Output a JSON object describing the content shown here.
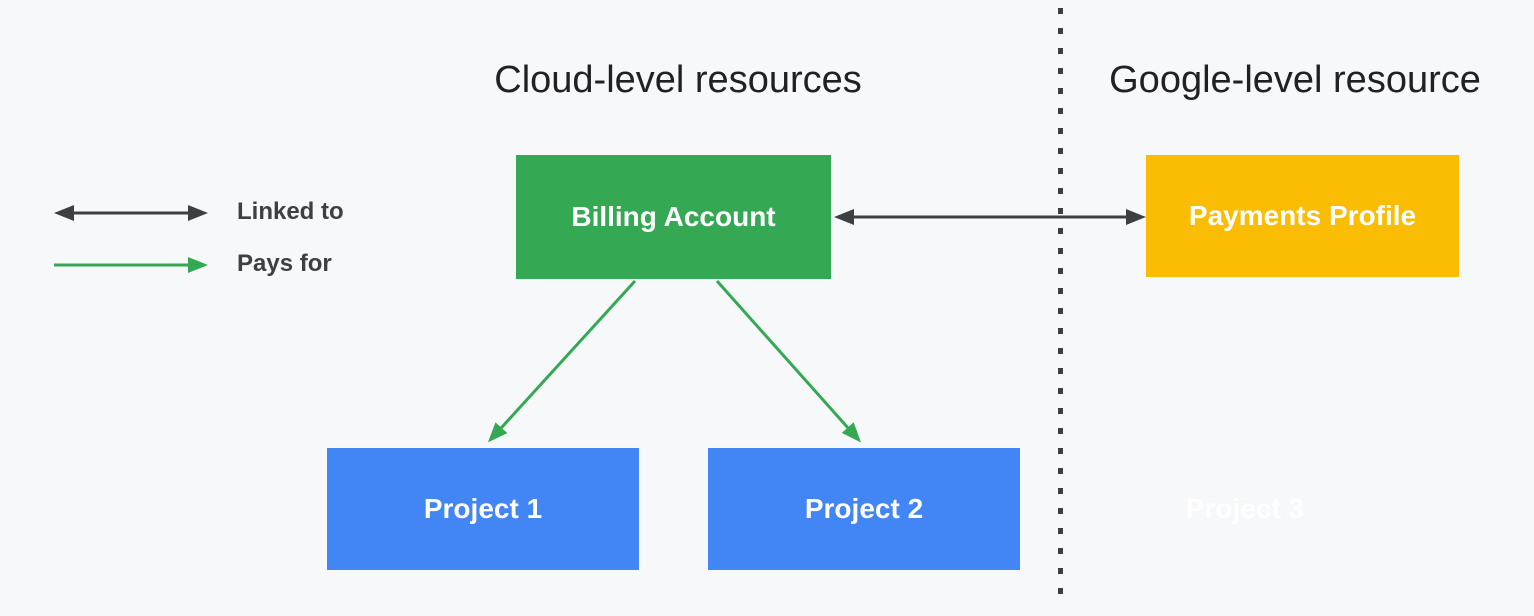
{
  "titles": {
    "left": "Cloud-level resources",
    "right": "Google-level resource"
  },
  "legend": {
    "items": [
      {
        "label": "Linked to",
        "arrow_style": "double-headed-dark"
      },
      {
        "label": "Pays for",
        "arrow_style": "single-headed-green"
      }
    ]
  },
  "nodes": {
    "billing_account": {
      "label": "Billing Account",
      "color": "#34A853",
      "side": "cloud-level"
    },
    "payments_profile": {
      "label": "Payments Profile",
      "color": "#FBBC04",
      "side": "google-level"
    },
    "project_1": {
      "label": "Project 1",
      "color": "#4285F4",
      "side": "cloud-level"
    },
    "project_2": {
      "label": "Project 2",
      "color": "#4285F4",
      "side": "cloud-level"
    },
    "project_3": {
      "label": "Project 3",
      "color": "#FFFFFF",
      "side": "google-level"
    }
  },
  "edges": [
    {
      "from": "Billing Account",
      "to": "Payments Profile",
      "relation": "Linked to"
    },
    {
      "from": "Billing Account",
      "to": "Project 1",
      "relation": "Pays for"
    },
    {
      "from": "Billing Account",
      "to": "Project 2",
      "relation": "Pays for"
    }
  ],
  "colors": {
    "background": "#F7F8FA",
    "green": "#34A853",
    "yellow": "#FBBC04",
    "blue": "#4285F4",
    "arrow_dark": "#3C4043",
    "title_text": "#212124",
    "legend_text": "#3C4043",
    "node_text": "#FFFFFF"
  }
}
